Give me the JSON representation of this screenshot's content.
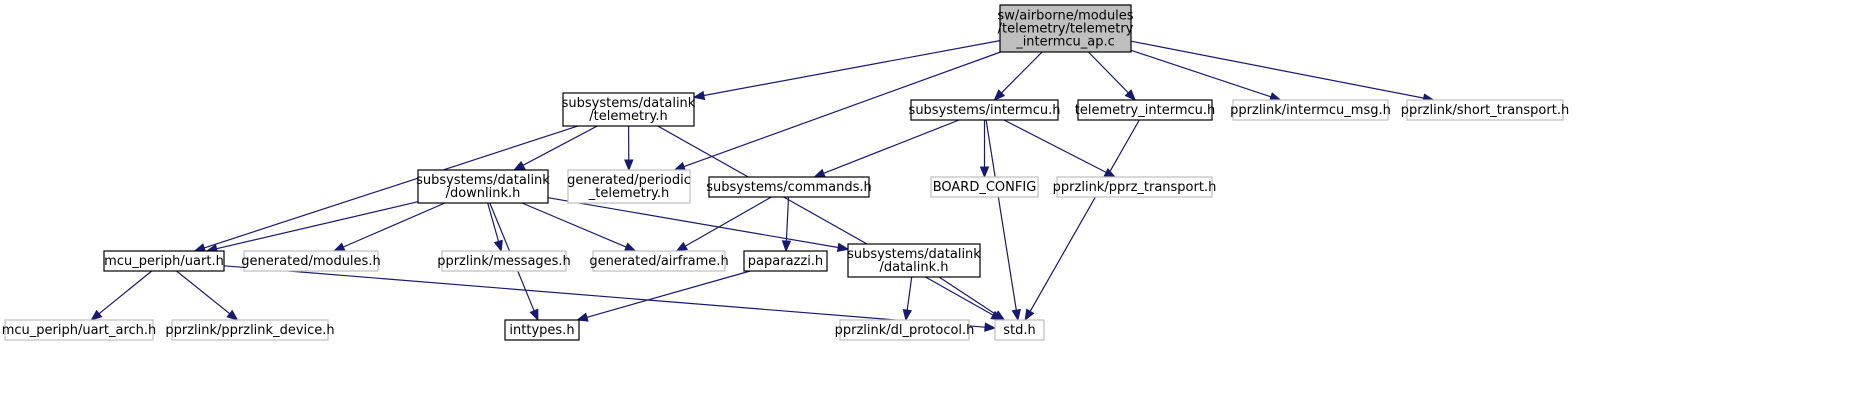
{
  "graph": {
    "colors": {
      "edge": "#191970",
      "root_fill": "#bfbfbf",
      "normal_border": "#000000",
      "external_border": "#bfbfbf",
      "text": "#000000",
      "background": "#ffffff"
    },
    "nodes": [
      {
        "id": "root",
        "lines": [
          "sw/airborne/modules",
          "/telemetry/telemetry",
          "_intermcu_ap.c"
        ],
        "style": "root"
      },
      {
        "id": "dl_telemetry",
        "lines": [
          "subsystems/datalink",
          "/telemetry.h"
        ],
        "style": "normal"
      },
      {
        "id": "intermcu_h",
        "lines": [
          "subsystems/intermcu.h"
        ],
        "style": "normal"
      },
      {
        "id": "telemetry_intermcu_h",
        "lines": [
          "telemetry_intermcu.h"
        ],
        "style": "normal"
      },
      {
        "id": "intermcu_msg",
        "lines": [
          "pprzlink/intermcu_msg.h"
        ],
        "style": "external"
      },
      {
        "id": "short_transport",
        "lines": [
          "pprzlink/short_transport.h"
        ],
        "style": "external"
      },
      {
        "id": "dl_downlink",
        "lines": [
          "subsystems/datalink",
          "/downlink.h"
        ],
        "style": "normal"
      },
      {
        "id": "periodic_telemetry",
        "lines": [
          "generated/periodic",
          "_telemetry.h"
        ],
        "style": "external"
      },
      {
        "id": "commands_h",
        "lines": [
          "subsystems/commands.h"
        ],
        "style": "normal"
      },
      {
        "id": "board_config",
        "lines": [
          "BOARD_CONFIG"
        ],
        "style": "external"
      },
      {
        "id": "pprz_transport",
        "lines": [
          "pprzlink/pprz_transport.h"
        ],
        "style": "external"
      },
      {
        "id": "uart_h",
        "lines": [
          "mcu_periph/uart.h"
        ],
        "style": "normal"
      },
      {
        "id": "modules_h",
        "lines": [
          "generated/modules.h"
        ],
        "style": "external"
      },
      {
        "id": "messages_h",
        "lines": [
          "pprzlink/messages.h"
        ],
        "style": "external"
      },
      {
        "id": "airframe_h",
        "lines": [
          "generated/airframe.h"
        ],
        "style": "external"
      },
      {
        "id": "paparazzi_h",
        "lines": [
          "paparazzi.h"
        ],
        "style": "normal"
      },
      {
        "id": "dl_datalink",
        "lines": [
          "subsystems/datalink",
          "/datalink.h"
        ],
        "style": "normal"
      },
      {
        "id": "uart_arch",
        "lines": [
          "mcu_periph/uart_arch.h"
        ],
        "style": "external"
      },
      {
        "id": "pprzlink_device",
        "lines": [
          "pprzlink/pprzlink_device.h"
        ],
        "style": "external"
      },
      {
        "id": "inttypes_h",
        "lines": [
          "inttypes.h"
        ],
        "style": "normal"
      },
      {
        "id": "dl_protocol",
        "lines": [
          "pprzlink/dl_protocol.h"
        ],
        "style": "external"
      },
      {
        "id": "std_h",
        "lines": [
          "std.h"
        ],
        "style": "external"
      }
    ],
    "edges": [
      {
        "from": "root",
        "to": "dl_telemetry"
      },
      {
        "from": "root",
        "to": "periodic_telemetry"
      },
      {
        "from": "root",
        "to": "intermcu_h"
      },
      {
        "from": "root",
        "to": "telemetry_intermcu_h"
      },
      {
        "from": "root",
        "to": "intermcu_msg"
      },
      {
        "from": "root",
        "to": "short_transport"
      },
      {
        "from": "dl_telemetry",
        "to": "uart_h"
      },
      {
        "from": "dl_telemetry",
        "to": "dl_downlink"
      },
      {
        "from": "dl_telemetry",
        "to": "periodic_telemetry"
      },
      {
        "from": "dl_telemetry",
        "to": "std_h"
      },
      {
        "from": "intermcu_h",
        "to": "commands_h"
      },
      {
        "from": "intermcu_h",
        "to": "board_config"
      },
      {
        "from": "intermcu_h",
        "to": "pprz_transport"
      },
      {
        "from": "intermcu_h",
        "to": "std_h"
      },
      {
        "from": "telemetry_intermcu_h",
        "to": "std_h"
      },
      {
        "from": "dl_downlink",
        "to": "uart_h"
      },
      {
        "from": "dl_downlink",
        "to": "modules_h"
      },
      {
        "from": "dl_downlink",
        "to": "messages_h"
      },
      {
        "from": "dl_downlink",
        "to": "airframe_h"
      },
      {
        "from": "dl_downlink",
        "to": "dl_datalink"
      },
      {
        "from": "dl_downlink",
        "to": "inttypes_h"
      },
      {
        "from": "commands_h",
        "to": "airframe_h"
      },
      {
        "from": "commands_h",
        "to": "paparazzi_h"
      },
      {
        "from": "paparazzi_h",
        "to": "inttypes_h"
      },
      {
        "from": "uart_h",
        "to": "uart_arch"
      },
      {
        "from": "uart_h",
        "to": "pprzlink_device"
      },
      {
        "from": "uart_h",
        "to": "std_h"
      },
      {
        "from": "dl_datalink",
        "to": "dl_protocol"
      },
      {
        "from": "dl_datalink",
        "to": "std_h"
      }
    ]
  }
}
